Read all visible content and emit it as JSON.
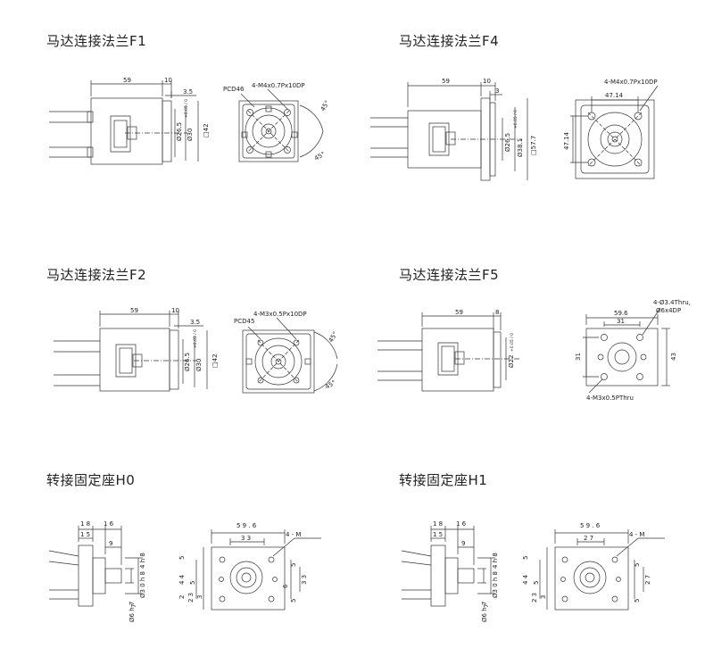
{
  "titles": {
    "f1": "马达连接法兰F1",
    "f4": "马达连接法兰F4",
    "f2": "马达连接法兰F2",
    "f5": "马达连接法兰F5",
    "h0": "转接固定座H0",
    "h1": "转接固定座H1"
  },
  "f1": {
    "d59": "59",
    "d10": "10",
    "d35": "3.5",
    "d265": "Ø26.5",
    "d30": "Ø30",
    "d30tol": "+0.05 / 0",
    "d42": "□42",
    "pcd": "PCD46",
    "hole": "4-M4x0.7Px10DP",
    "ang1": "45°",
    "ang2": "45°"
  },
  "f4": {
    "d59": "59",
    "d10": "10",
    "d3": "3",
    "d265": "Ø26.5",
    "d381": "Ø38.1",
    "d381tol": "+0.05 / 0",
    "d577": "□57.7",
    "hole": "4-M4x0.7Px10DP",
    "w4714": "47.14",
    "h4714": "47.14"
  },
  "f2": {
    "d59": "59",
    "d10": "10",
    "d35": "3.5",
    "d265": "Ø26.5",
    "d30": "Ø30",
    "d30tol": "+0.05 / 0",
    "d42": "□42",
    "pcd": "PCD45",
    "hole": "4-M3x0.5Px10DP",
    "ang1": "45°",
    "ang2": "45°"
  },
  "f5": {
    "d59": "59",
    "d8": "8",
    "d22": "Ø22",
    "d22tol": "+0.05 / 0",
    "hole1": "4-Ø3.4Thru,",
    "hole2": "Ø6x4DP",
    "w596": "59.6",
    "w31": "31",
    "h31": "31",
    "h43": "43",
    "holeb": "4-M3x0.5PThru"
  },
  "h0": {
    "t18": "1 8",
    "t16": "1 6",
    "t15": "1 5",
    "t9": "9",
    "t48": "4 h 8",
    "t30": "Ø3 0 h 8",
    "t7": "7",
    "t6h7": "Ø6 h 7",
    "t596": "5 9 . 6",
    "t33": "3 3",
    "t4m": "4 - M",
    "l5": "5",
    "l44": "4 4",
    "l2": "2",
    "l5b": "5",
    "l3": "3",
    "l23": "2 3",
    "r5": "5",
    "r6": "6",
    "r33": "3 3",
    "r5b": "5"
  },
  "h1": {
    "t18": "1 8",
    "t16": "1 6",
    "t15": "1 5",
    "t9": "9",
    "t48": "4 h 8",
    "t30": "Ø3 0 h 8",
    "t7": "7",
    "t6h7": "Ø6 h 7",
    "t596": "5 9 . 6",
    "t27": "2 7",
    "t4m": "4 - M",
    "l5": "5",
    "l44": "4 4",
    "l23": "2 3",
    "l5b": "5",
    "l3": "3",
    "r5": "5",
    "r27": "2 7",
    "r5b": "5"
  }
}
